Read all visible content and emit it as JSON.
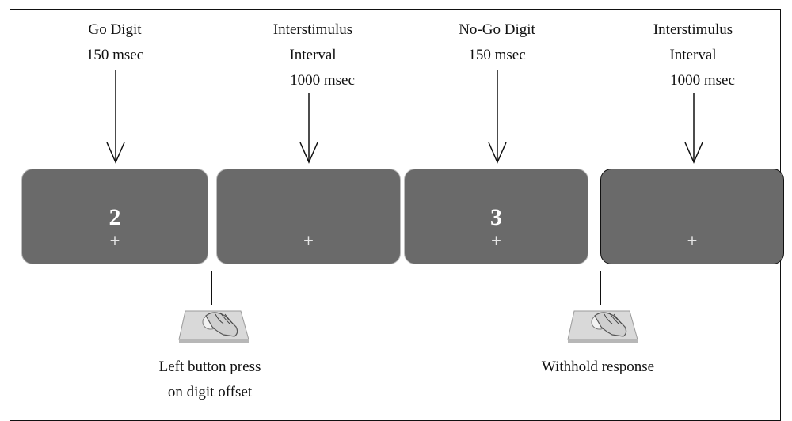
{
  "events": [
    {
      "id": "go",
      "label_lines": [
        "Go Digit",
        "150 msec"
      ],
      "digit": "2",
      "fixation": "+"
    },
    {
      "id": "isi1",
      "label_lines": [
        "Interstimulus",
        "Interval",
        "1000 msec"
      ],
      "digit": "",
      "fixation": "+"
    },
    {
      "id": "nogo",
      "label_lines": [
        "No-Go Digit",
        "150 msec"
      ],
      "digit": "3",
      "fixation": "+"
    },
    {
      "id": "isi2",
      "label_lines": [
        "Interstimulus",
        "Interval",
        "1000 msec"
      ],
      "digit": "",
      "fixation": "+"
    }
  ],
  "responses": [
    {
      "id": "press",
      "label_lines": [
        "Left button press",
        "on digit offset"
      ],
      "icon": "mouse-hand-icon"
    },
    {
      "id": "withhold",
      "label_lines": [
        "Withhold response"
      ],
      "icon": "mouse-hand-icon"
    }
  ],
  "colors": {
    "screen_fill": "#6a6a6a",
    "digit": "#ffffff"
  }
}
